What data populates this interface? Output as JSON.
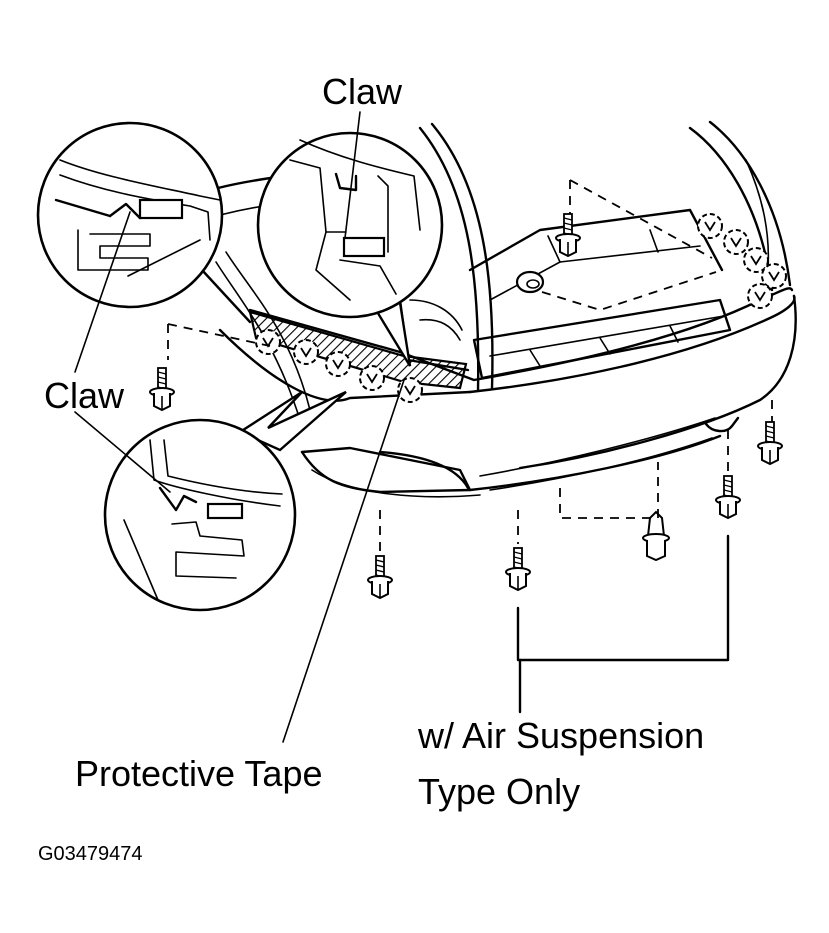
{
  "labels": {
    "claw_top": "Claw",
    "claw_left": "Claw",
    "protective_tape": "Protective Tape",
    "air_suspension_line1": "w/ Air Suspension",
    "air_suspension_line2": "Type Only",
    "figure_code": "G03479474"
  }
}
